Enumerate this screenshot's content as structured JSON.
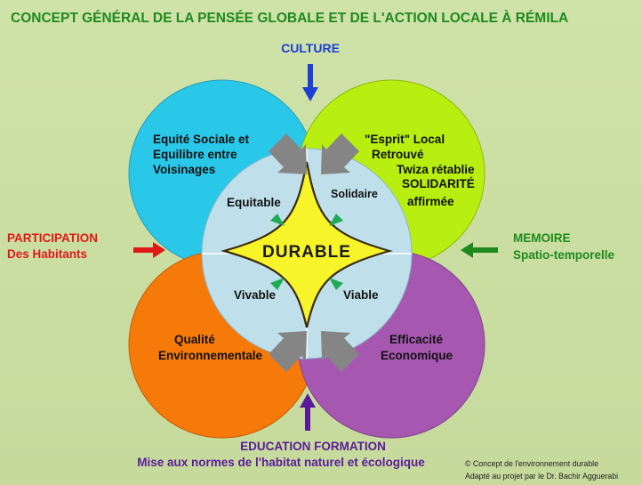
{
  "title": "CONCEPT GÉNÉRAL DE LA PENSÉE GLOBALE ET DE L'ACTION LOCALE À RÉMILA",
  "culture": "CULTURE",
  "participation": [
    "PARTICIPATION",
    "Des Habitants"
  ],
  "memoire": [
    "MEMOIRE",
    "Spatio-temporelle"
  ],
  "education": [
    "EDUCATION FORMATION",
    "Mise aux normes de l'habitat naturel et écologique"
  ],
  "circles": {
    "top_left": [
      "Equité Sociale et",
      "Equilibre entre",
      "Voisinages"
    ],
    "top_right": [
      "\"Esprit\" Local",
      "Retrouvé",
      "Twiza rétablie",
      "SOLIDARITÉ",
      "affirmée"
    ],
    "bottom_left": [
      "Qualité",
      "Environnementale"
    ],
    "bottom_right": [
      "Efficacité",
      "Economique"
    ]
  },
  "quadrants": {
    "equitable": "Equitable",
    "solidaire": "Solidaire",
    "vivable": "Vivable",
    "viable": "Viable"
  },
  "center": "DURABLE",
  "credit": [
    "© Concept de l'environnement durable",
    "Adapté au projet par le Dr. Bachir Agguerabi"
  ],
  "colors": {
    "title": "#1f8a1f",
    "culture": "#1d3fd6",
    "participation": "#e01818",
    "memoire": "#1e8a1e",
    "education": "#5a1a9a",
    "circle_top_left": "#29c7e8",
    "circle_top_right": "#b8ee10",
    "circle_bottom_left": "#f57a0a",
    "circle_bottom_right": "#a657b0",
    "center_circle": "#bfe0ea",
    "star": "#f7f52a",
    "inner_arrows": "#1faa55",
    "grey_arrows": "#858585"
  }
}
